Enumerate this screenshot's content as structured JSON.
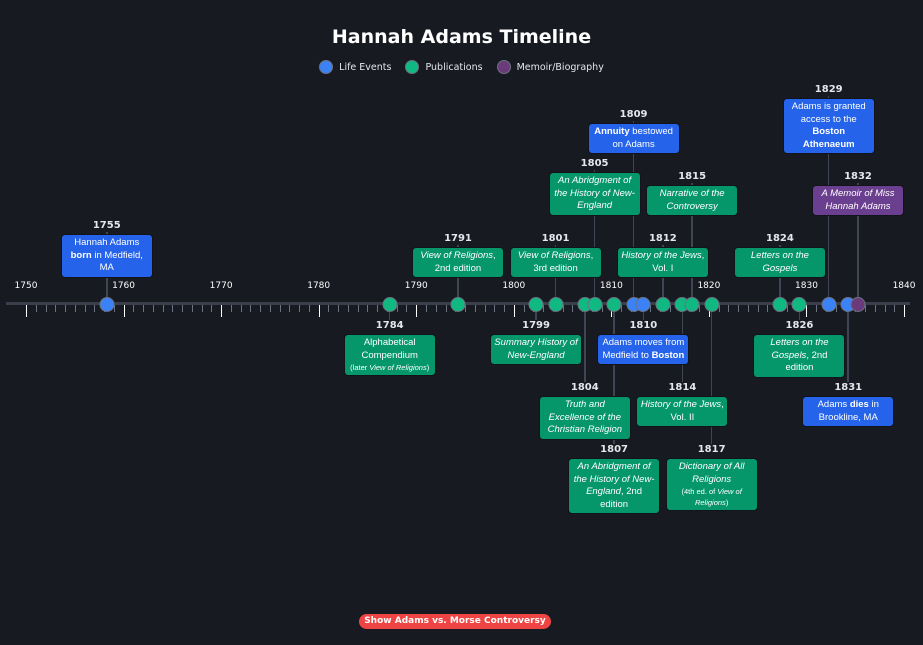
{
  "title": "Hannah Adams Timeline",
  "colors": {
    "life": "#2563eb",
    "life_dot": "#3b82f6",
    "pub": "#059669",
    "pub_dot": "#10b981",
    "memoir": "#7c3aed",
    "memoir_card": "#6b3f8f",
    "memoir_dot": "#6b3a7a",
    "button": "#ef4444"
  },
  "legend": [
    {
      "label": "Life Events",
      "type": "life"
    },
    {
      "label": "Publications",
      "type": "pub"
    },
    {
      "label": "Memoir/Biography",
      "type": "memoir"
    }
  ],
  "axis": {
    "start": 1750,
    "end": 1840,
    "labels": [
      "1750",
      "1760",
      "1770",
      "1780",
      "1790",
      "1800",
      "1810",
      "1820",
      "1830",
      "1840"
    ]
  },
  "events": [
    {
      "year": "1755",
      "type": "life",
      "side": "above",
      "parts": [
        {
          "t": "Hannah Adams "
        },
        {
          "t": "born",
          "s": "b"
        },
        {
          "t": " in Medfield, MA"
        }
      ]
    },
    {
      "year": "1784",
      "type": "pub",
      "side": "below",
      "parts": [
        {
          "t": "Alphabetical Compendium"
        }
      ],
      "note": [
        {
          "t": "(later "
        },
        {
          "t": "View of Religions",
          "s": "i"
        },
        {
          "t": ")"
        }
      ]
    },
    {
      "year": "1791",
      "type": "pub",
      "side": "above",
      "parts": [
        {
          "t": "View of Religions",
          "s": "i"
        },
        {
          "t": ", 2nd edition"
        }
      ]
    },
    {
      "year": "1799",
      "type": "pub",
      "side": "below",
      "parts": [
        {
          "t": "Summary History of New-England",
          "s": "i"
        }
      ]
    },
    {
      "year": "1801",
      "type": "pub",
      "side": "above",
      "parts": [
        {
          "t": "View of Religions",
          "s": "i"
        },
        {
          "t": ", 3rd edition"
        }
      ]
    },
    {
      "year": "1804",
      "type": "pub",
      "side": "below",
      "parts": [
        {
          "t": "Truth and Excellence of the Christian Religion",
          "s": "i"
        }
      ]
    },
    {
      "year": "1805",
      "type": "pub",
      "side": "above",
      "parts": [
        {
          "t": "An Abridgment of the History of New-England",
          "s": "i"
        }
      ]
    },
    {
      "year": "1807",
      "type": "pub",
      "side": "below",
      "parts": [
        {
          "t": "An Abridgment of the History of New-England",
          "s": "i"
        },
        {
          "t": ", 2nd edition"
        }
      ]
    },
    {
      "year": "1809",
      "type": "life",
      "side": "above",
      "parts": [
        {
          "t": "Annuity",
          "s": "b"
        },
        {
          "t": " bestowed on Adams"
        }
      ]
    },
    {
      "year": "1810",
      "type": "life",
      "side": "below",
      "parts": [
        {
          "t": "Adams moves from Medfield to "
        },
        {
          "t": "Boston",
          "s": "b"
        }
      ]
    },
    {
      "year": "1812",
      "type": "pub",
      "side": "above",
      "parts": [
        {
          "t": "History of the Jews",
          "s": "i"
        },
        {
          "t": ", Vol. I"
        }
      ]
    },
    {
      "year": "1814",
      "type": "pub",
      "side": "below",
      "parts": [
        {
          "t": "History of the Jews",
          "s": "i"
        },
        {
          "t": ", Vol. II"
        }
      ]
    },
    {
      "year": "1815",
      "type": "pub",
      "side": "above",
      "parts": [
        {
          "t": "Narrative of the Controversy",
          "s": "i"
        }
      ]
    },
    {
      "year": "1817",
      "type": "pub",
      "side": "below",
      "parts": [
        {
          "t": "Dictionary of All Religions",
          "s": "i"
        }
      ],
      "note": [
        {
          "t": "(4th ed. of "
        },
        {
          "t": "View of Religions",
          "s": "i"
        },
        {
          "t": ")"
        }
      ]
    },
    {
      "year": "1824",
      "type": "pub",
      "side": "above",
      "parts": [
        {
          "t": "Letters on the Gospels",
          "s": "i"
        }
      ]
    },
    {
      "year": "1826",
      "type": "pub",
      "side": "below",
      "parts": [
        {
          "t": "Letters on the Gospels",
          "s": "i"
        },
        {
          "t": ", 2nd edition"
        }
      ]
    },
    {
      "year": "1829",
      "type": "life",
      "side": "above",
      "parts": [
        {
          "t": "Adams is granted access to the "
        },
        {
          "t": "Boston Athenaeum",
          "s": "b"
        }
      ]
    },
    {
      "year": "1831",
      "type": "life",
      "side": "below",
      "parts": [
        {
          "t": "Adams "
        },
        {
          "t": "dies",
          "s": "b"
        },
        {
          "t": " in Brookline, MA"
        }
      ]
    },
    {
      "year": "1832",
      "type": "memoir",
      "side": "above",
      "parts": [
        {
          "t": "A Memoir of Miss Hannah Adams",
          "s": "i"
        }
      ]
    }
  ],
  "button": {
    "label": "Show Adams vs. Morse Controversy"
  }
}
